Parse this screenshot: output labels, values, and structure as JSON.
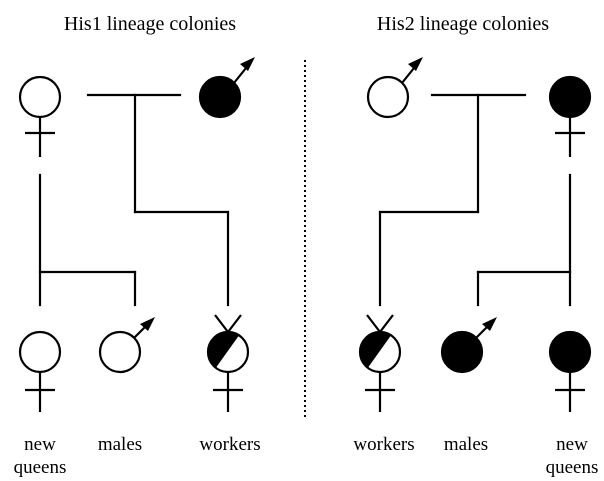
{
  "left_panel": {
    "title": "His1 lineage colonies",
    "labels": {
      "new_queens_line1": "new",
      "new_queens_line2": "queens",
      "males": "males",
      "workers": "workers"
    }
  },
  "right_panel": {
    "title": "His2 lineage colonies",
    "labels": {
      "workers": "workers",
      "males": "males",
      "new_queens_line1": "new",
      "new_queens_line2": "queens"
    }
  },
  "colors": {
    "ink": "#000000",
    "background": "#ffffff"
  },
  "icons": {
    "female": "female-symbol-icon",
    "male": "male-symbol-icon",
    "worker": "worker-symbol-icon"
  }
}
